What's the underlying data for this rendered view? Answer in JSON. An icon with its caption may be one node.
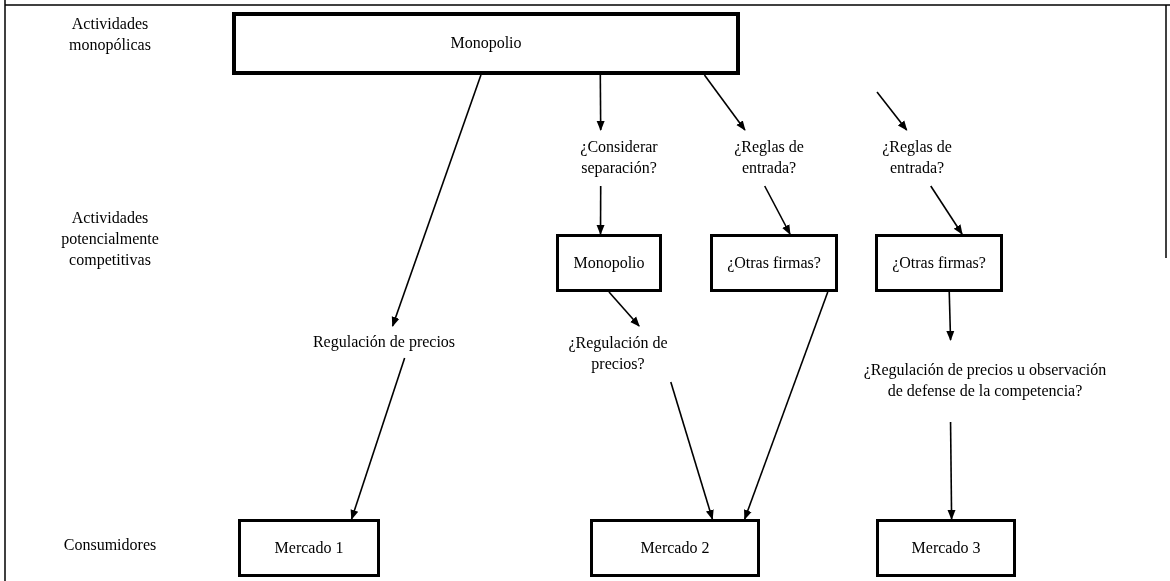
{
  "diagram": {
    "nodes": [
      {
        "text": [
          "Monopolio"
        ]
      },
      {
        "text": [
          "Monopolio"
        ]
      },
      {
        "text": [
          "¿Otras firmas?"
        ]
      },
      {
        "text": [
          "¿Otras firmas?"
        ]
      },
      {
        "text": [
          "Mercado 1"
        ]
      },
      {
        "text": [
          "Mercado 2"
        ]
      },
      {
        "text": [
          "Mercado 3"
        ]
      },
      {
        "text": [
          "Regulación de precios"
        ]
      },
      {
        "text": [
          "¿Considerar separación?"
        ]
      },
      {
        "text": [
          "¿Reglas de entrada?"
        ]
      },
      {
        "text": [
          "¿Reglas de entrada?"
        ]
      },
      {
        "text": [
          "¿Regulación de precios?"
        ]
      },
      {
        "text": [
          "¿Regulación de precios u observación de defense de la competencia?"
        ]
      }
    ],
    "edges": [
      {
        "from": 0,
        "to": 7,
        "arrow": "to"
      },
      {
        "from": 7,
        "to": 4,
        "arrow": "to"
      },
      {
        "from": 0,
        "to": 8,
        "arrow": "to"
      },
      {
        "from": 8,
        "to": 1,
        "arrow": "to"
      },
      {
        "from": 0,
        "to": 9,
        "arrow": "to"
      },
      {
        "from": 9,
        "to": 2,
        "arrow": "to"
      },
      {
        "from": null,
        "to": 10,
        "arrow": "to"
      },
      {
        "from": 10,
        "to": 3,
        "arrow": "to"
      },
      {
        "from": 1,
        "to": 11,
        "arrow": "to"
      },
      {
        "from": 11,
        "to": 5,
        "arrow": "to"
      },
      {
        "from": 2,
        "to": 5,
        "arrow": "to"
      },
      {
        "from": 3,
        "to": 12,
        "arrow": "to"
      },
      {
        "from": 12,
        "to": 6,
        "arrow": "to"
      }
    ],
    "labels": [
      "Actividades monopólicas",
      "Actividades potencialmente competitivas",
      "Consumidores"
    ]
  }
}
